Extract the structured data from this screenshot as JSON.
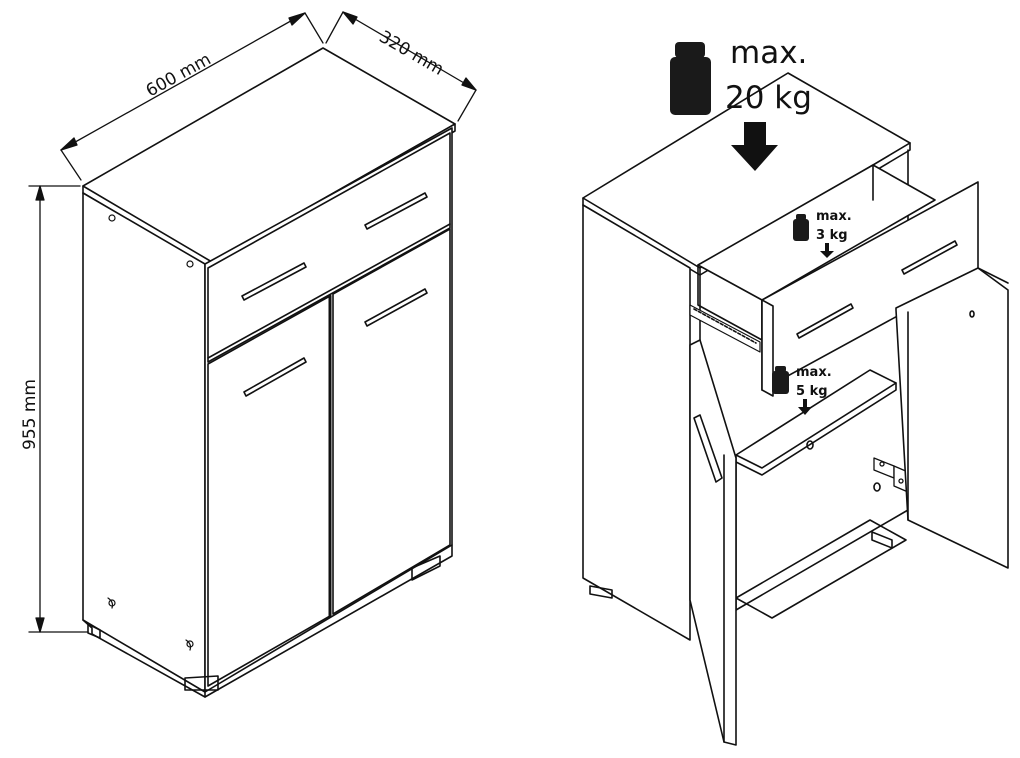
{
  "dimensions": {
    "width": "600 mm",
    "depth": "320 mm",
    "height": "955 mm"
  },
  "load_limits": {
    "top_max": "max.",
    "top_value": "20 kg",
    "drawer_max": "max.",
    "drawer_value": "3 kg",
    "shelf_max": "max.",
    "shelf_value": "5 kg"
  },
  "colors": {
    "line": "#111111",
    "fill": "#ffffff",
    "weight": "#1a1a1a"
  },
  "icons": [
    "weight-icon",
    "down-arrow-icon",
    "drawer-handle-icon",
    "door-handle-icon",
    "hinge-icon",
    "drawer-rail-icon"
  ]
}
